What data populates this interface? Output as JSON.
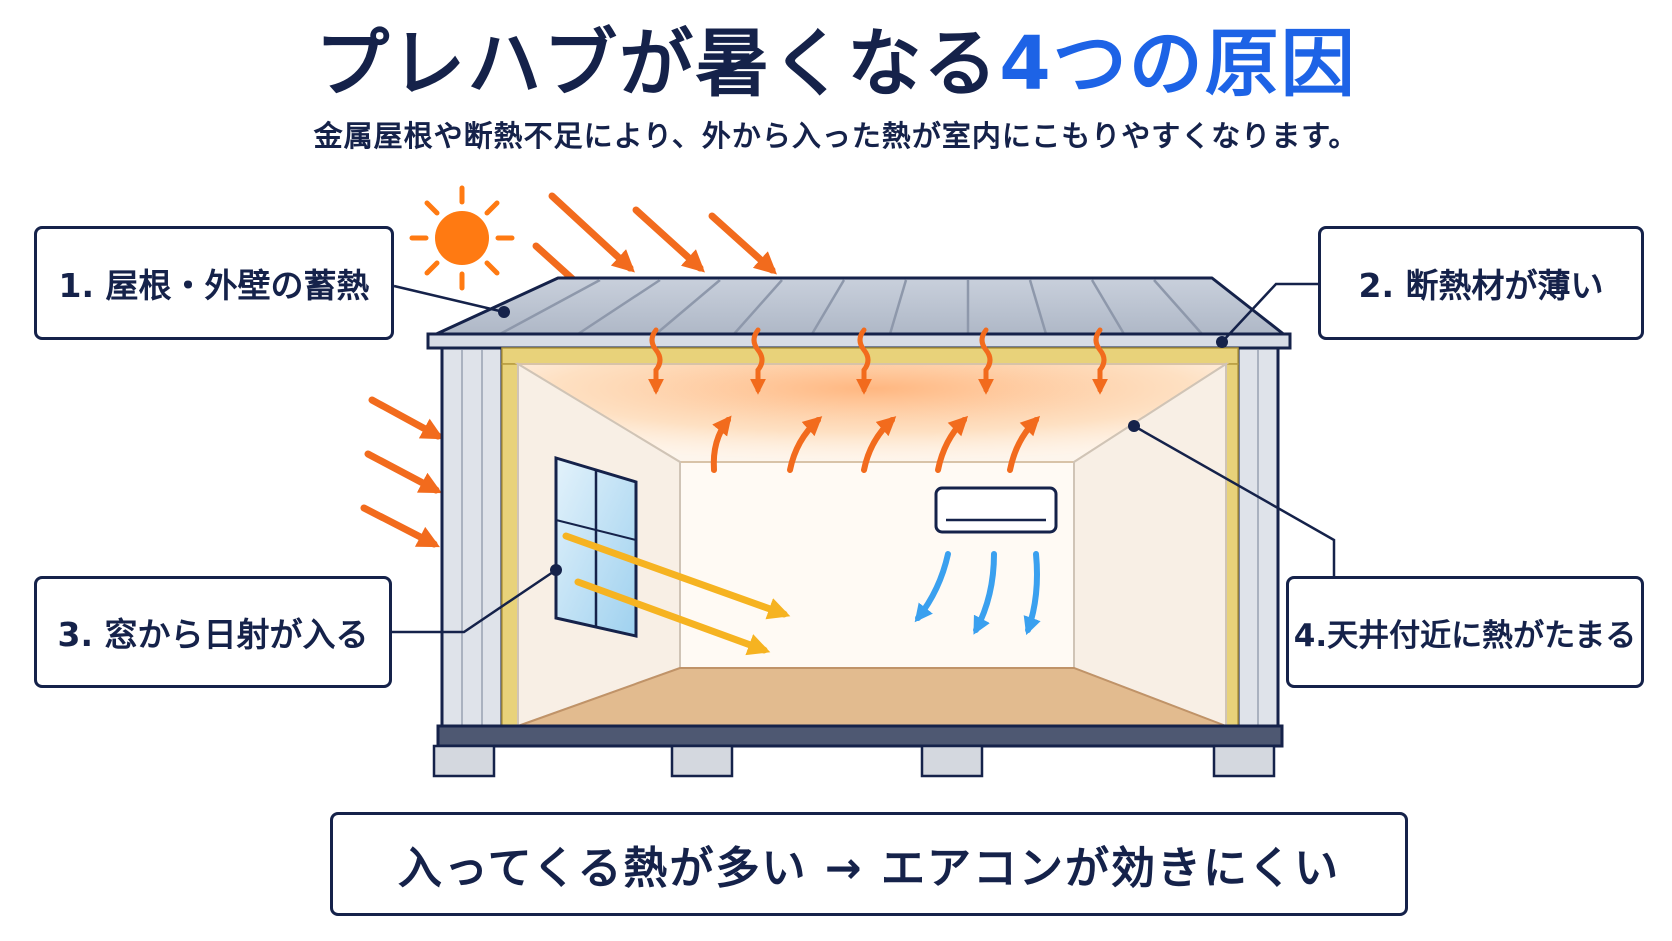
{
  "title": {
    "main": "プレハブが暑くなる",
    "accent": "4つの原因"
  },
  "subtitle": "金属屋根や断熱不足により、外から入った熱が室内にこもりやすくなります。",
  "labels": [
    {
      "text": "1. 屋根・外壁の蓄熱"
    },
    {
      "text": "2. 断熱材が薄い"
    },
    {
      "text": "3. 窓から日射が入る"
    },
    {
      "text": "4.天井付近に熱がたまる"
    }
  ],
  "conclusion": "入ってくる熱が多い → エアコンが効きにくい",
  "colors": {
    "navy": "#15224a",
    "accent_blue": "#1d63e6",
    "heat_orange": "#f26b1d",
    "sun_orange": "#ff7a12",
    "sunlight_yellow": "#f6b321",
    "cool_blue": "#3aa0ef",
    "insulation": "#e8d27a"
  },
  "icons": [
    "sun-icon",
    "heat-arrow-icon",
    "sunlight-ray-icon",
    "cool-air-arrow-icon",
    "air-conditioner-icon"
  ]
}
